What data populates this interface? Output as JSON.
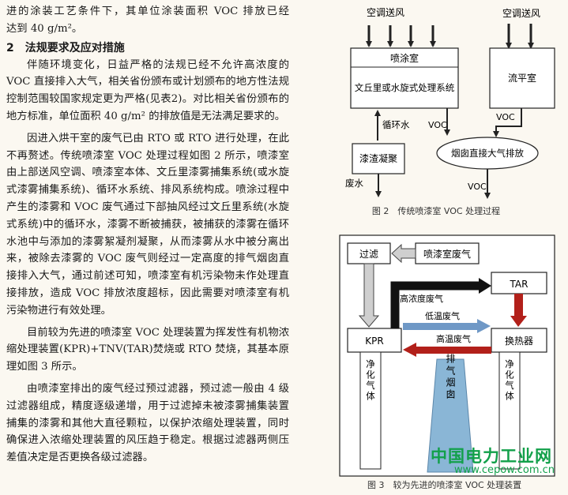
{
  "text": {
    "p0_line1": "进的涂装工艺条件下，其单位涂装面积 VOC 排放已经",
    "p0_line2": "达到 40 g/m²。",
    "h2_num": "2",
    "h2_title": "法规要求及应对措施",
    "p1": "伴随环境变化，日益严格的法规已经不允许高浓度的 VOC 直接排入大气，相关省份颁布或计划颁布的地方性法规控制范围较国家规定更为严格(见表2)。对比相关省份颁布的地方标准，单位面积 40 g/m² 的排放值是无法满足要求的。",
    "p2": "因进入烘干室的废气已由 RTO 或 RTO 进行处理，在此不再赘述。传统喷漆室 VOC 处理过程如图 2 所示，喷漆室由上部送风空调、喷漆室本体、文丘里漆雾捕集系统(或水旋式漆雾捕集系统)、循环水系统、排风系统构成。喷涂过程中产生的漆雾和 VOC 废气通过下部抽风经过文丘里系统(水旋式系统)中的循环水，漆雾不断被捕获，被捕获的漆雾在循环水池中与添加的漆雾絮凝剂凝聚，从而漆雾从水中被分离出来，被除去漆雾的 VOC 废气则经过一定高度的排气烟囱直接排入大气，通过前述可知，喷漆室有机污染物未作处理直接排放，造成 VOC 排放浓度超标，因此需要对喷漆室有机污染物进行有效处理。",
    "p3": "目前较为先进的喷漆室 VOC 处理装置为挥发性有机物浓缩处理装置(KPR)+TNV(TAR)焚烧或 RTO 焚烧，其基本原理如图 3 所示。",
    "p4": "由喷漆室排出的废气经过预过滤器，预过滤一般由 4 级过滤器组成，精度逐级递增，用于过滤掉未被漆雾捕集装置捕集的漆雾和其他大直径颗粒，以保护浓缩处理装置，同时确保进入浓缩处理装置的风压趋于稳定。根据过滤器两侧压差值决定是否更换各级过滤器。"
  },
  "fig2": {
    "air1": "空调送风",
    "air2": "空调送风",
    "booth": "喷涂室",
    "venturi": "文丘里或水旋式处理系统",
    "flash": "流平室",
    "circ": "循环水",
    "voc1": "VOC",
    "voc2": "VOC",
    "voc3": "VOC",
    "sludge": "漆渣凝聚",
    "chimney": "烟囱直接大气排放",
    "waste": "废水",
    "caption": "图 2　传统喷漆室 VOC 处理过程"
  },
  "fig3": {
    "filter": "过滤",
    "booth_gas": "喷漆室废气",
    "tar": "TAR",
    "high_conc": "高浓度废气",
    "low_temp": "低温废气",
    "high_temp": "高温废气",
    "kpr": "KPR",
    "hx": "换热器",
    "clean_left": "净化气体",
    "clean_right": "净化气体",
    "stack": "排气烟囱",
    "caption": "图 3　较为先进的喷漆室 VOC 处理装置"
  },
  "watermark": {
    "cn": "中国电力工业网",
    "url": "www.cepow.com.cn"
  },
  "colors": {
    "red_arrow": "#b2201a",
    "blue_arrow": "#6f98c6",
    "stack_fill": "#8ab6d6",
    "watermark": "#12a04a"
  }
}
